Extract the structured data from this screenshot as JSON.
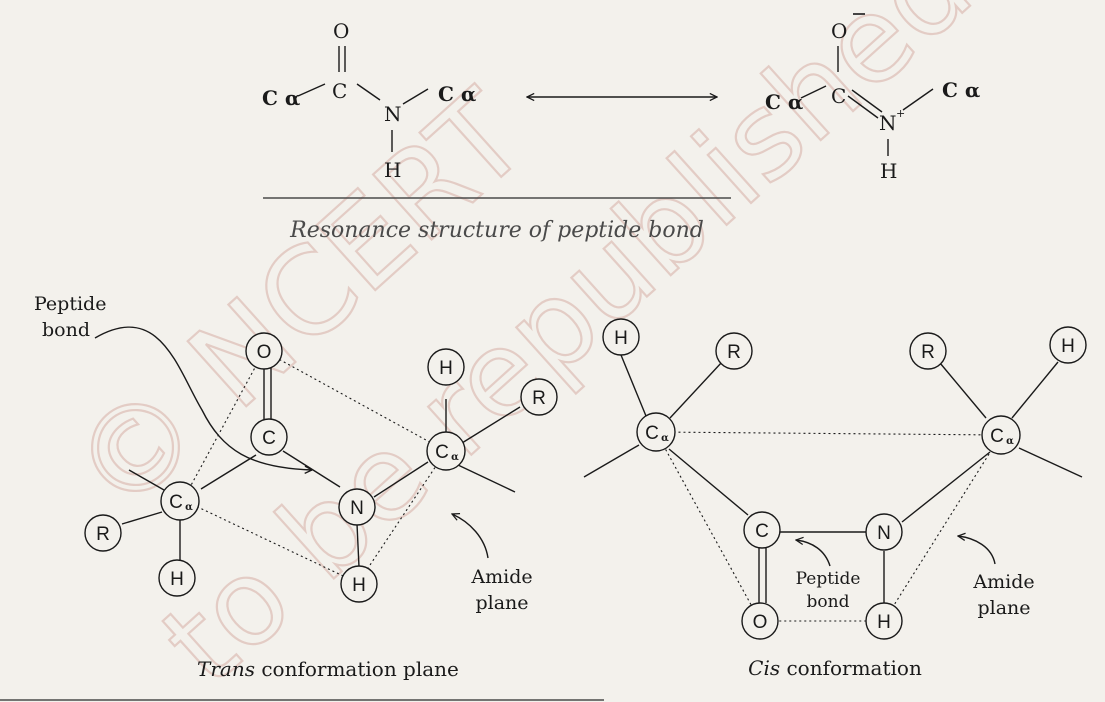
{
  "colors": {
    "background": "#f3f1ec",
    "ink": "#1a1a1a",
    "caption_ink": "#4a4a4a",
    "watermark": "#e2c9c1"
  },
  "watermark": {
    "line1": "© NCERT",
    "line2": "to be republished"
  },
  "resonance": {
    "left": {
      "o": "O",
      "c": "C",
      "n": "N",
      "h": "H",
      "ca_left": "C α",
      "ca_right": "C α"
    },
    "right": {
      "o": "O",
      "o_charge": "−",
      "c": "C",
      "n": "N",
      "n_charge": "+",
      "h": "H",
      "ca_left": "C α",
      "ca_right": "C α"
    },
    "caption": "Resonance structure of peptide bond"
  },
  "trans": {
    "atoms": {
      "o": "O",
      "c": "C",
      "n": "N",
      "h_n": "H",
      "ca_left": "C",
      "ca_right": "C",
      "alpha": "α",
      "r_left": "R",
      "h_left": "H",
      "h_right": "H",
      "r_right": "R"
    },
    "peptide_bond_line1": "Peptide",
    "peptide_bond_line2": "bond",
    "amide_plane_line1": "Amide",
    "amide_plane_line2": "plane",
    "caption_italic": "Trans",
    "caption_rest": " conformation plane"
  },
  "cis": {
    "atoms": {
      "o": "O",
      "c": "C",
      "n": "N",
      "h_n": "H",
      "ca_left": "C",
      "ca_right": "C",
      "alpha": "α",
      "h_left": "H",
      "r_left": "R",
      "r_right": "R",
      "h_right": "H"
    },
    "peptide_bond_line1": "Peptide",
    "peptide_bond_line2": "bond",
    "amide_plane_line1": "Amide",
    "amide_plane_line2": "plane",
    "caption_italic": "Cis",
    "caption_rest": " conformation"
  }
}
